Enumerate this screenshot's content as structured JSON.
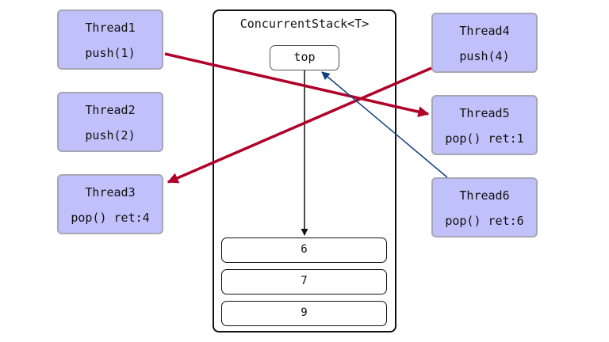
{
  "stack": {
    "title": "ConcurrentStack<T>",
    "top_label": "top",
    "nodes": [
      "6",
      "7",
      "9"
    ]
  },
  "threads": [
    {
      "name": "Thread1",
      "op": "push(1)"
    },
    {
      "name": "Thread2",
      "op": "push(2)"
    },
    {
      "name": "Thread3",
      "op": "pop() ret:4"
    },
    {
      "name": "Thread4",
      "op": "push(4)"
    },
    {
      "name": "Thread5",
      "op": "pop() ret:1"
    },
    {
      "name": "Thread6",
      "op": "pop() ret:6"
    }
  ],
  "colors": {
    "thread_fill": "#c0c0fb",
    "thread_border": "#a6a6b6",
    "red_arrow": "#b0002a",
    "blue_arrow": "#123f7d",
    "black_arrow": "#111111"
  }
}
